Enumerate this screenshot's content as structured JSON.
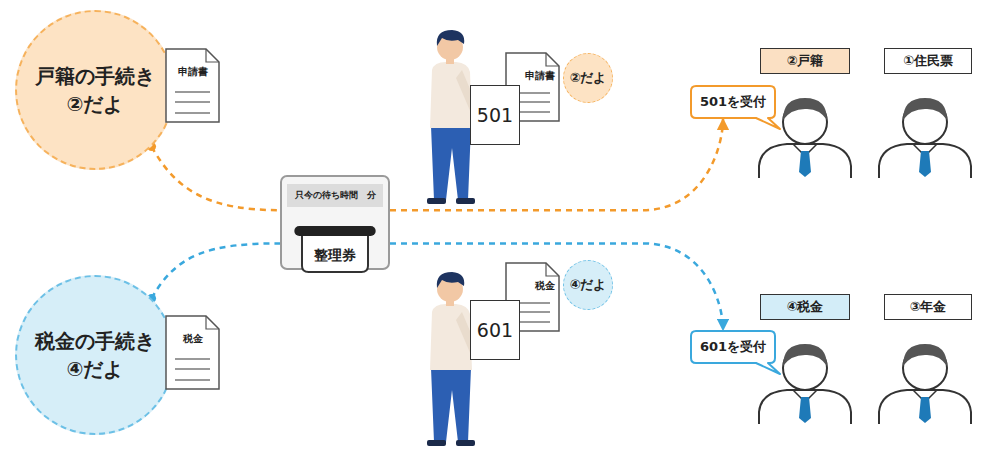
{
  "diagram": {
    "nodes": [
      {
        "text": [
          "戸籍の手続き ②だよ"
        ]
      },
      {
        "text": [
          "申請書"
        ]
      },
      {
        "text": [
          "只今の待ち時間　分",
          "整理券"
        ]
      },
      {
        "text": [
          "501"
        ]
      },
      {
        "text": [
          "申請書"
        ]
      },
      {
        "text": [
          "②だよ"
        ]
      },
      {
        "text": [
          "②戸籍"
        ]
      },
      {
        "text": [
          "①住民票"
        ]
      },
      {
        "text": [
          "501を受付"
        ]
      },
      {
        "text": [
          "税金の手続き ④だよ"
        ]
      },
      {
        "text": [
          "税金"
        ]
      },
      {
        "text": [
          "601"
        ]
      },
      {
        "text": [
          "税金"
        ]
      },
      {
        "text": [
          "④だよ"
        ]
      },
      {
        "text": [
          "④税金"
        ]
      },
      {
        "text": [
          "③年金"
        ]
      },
      {
        "text": [
          "601を受付"
        ]
      }
    ],
    "edges": [
      {
        "from": 0,
        "to": 2,
        "arrow": "none"
      },
      {
        "from": 2,
        "to": 8,
        "arrow": "to"
      },
      {
        "from": 9,
        "to": 2,
        "arrow": "none"
      },
      {
        "from": 2,
        "to": 16,
        "arrow": "to"
      }
    ]
  }
}
